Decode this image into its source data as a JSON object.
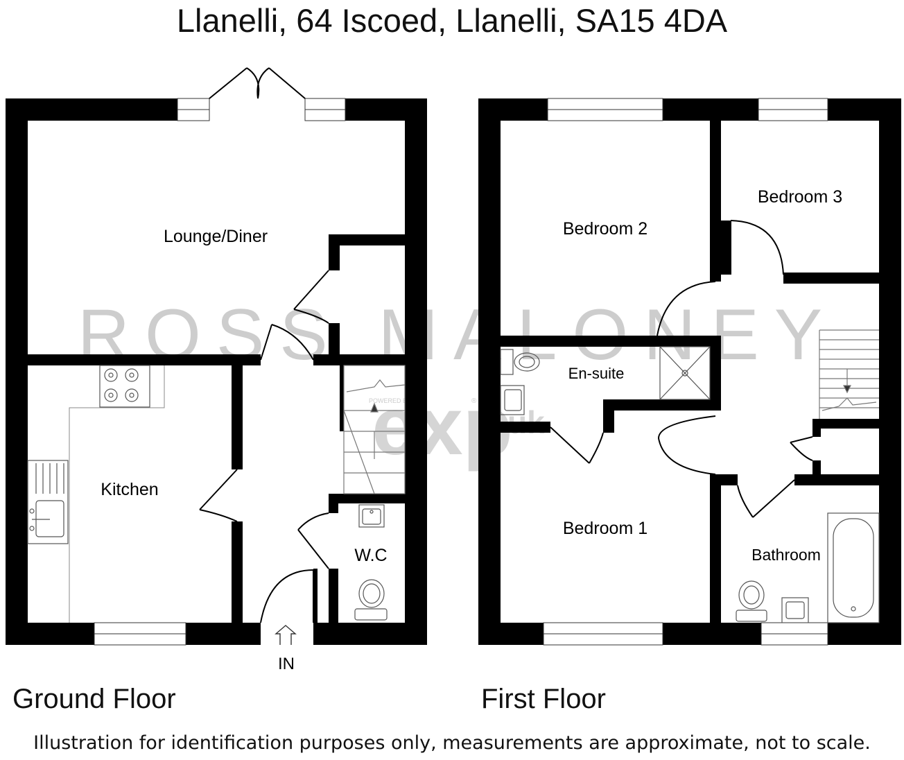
{
  "title": "Llanelli, 64 Iscoed, Llanelli, SA15 4DA",
  "watermark": {
    "agency": "ROSS MALONEY",
    "brand": "exp",
    "brand_suffix": "uk",
    "powered": "POWERED BY",
    "registered": "®"
  },
  "ground_floor": {
    "label": "Ground Floor",
    "rooms": {
      "lounge": "Lounge/Diner",
      "kitchen": "Kitchen",
      "wc": "W.C"
    },
    "entrance": "IN"
  },
  "first_floor": {
    "label": "First Floor",
    "rooms": {
      "bedroom2": "Bedroom 2",
      "bedroom3": "Bedroom 3",
      "ensuite": "En-suite",
      "bedroom1": "Bedroom 1",
      "bathroom": "Bathroom"
    }
  },
  "disclaimer": "Illustration for identification purposes only, measurements are approximate, not to scale.",
  "colors": {
    "wall": "#000000",
    "watermark": "#c8c8c8",
    "fixture": "#555555"
  }
}
